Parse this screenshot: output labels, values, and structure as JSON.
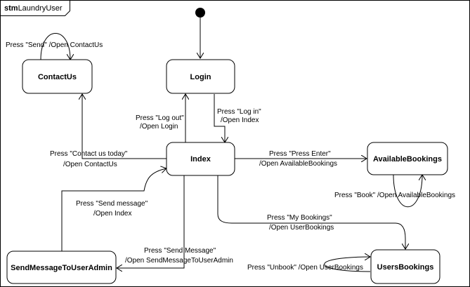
{
  "diagram": {
    "frame": {
      "keyword": "stm",
      "name": "LaundryUser"
    },
    "states": {
      "contact_us": "ContactUs",
      "login": "Login",
      "index": "Index",
      "available_bookings": "AvailableBookings",
      "send_message_to_user_admin": "SendMessageToUserAdmin",
      "users_bookings": "UsersBookings"
    },
    "transitions": {
      "contact_self_send": "Press \"Send\" /Open ContactUs",
      "logout_1": "Press \"Log out\"",
      "logout_2": "/Open Login",
      "login_1": "Press \"Log in\"",
      "login_2": "/Open Index",
      "contact_1": "Press \"Contact us today\"",
      "contact_2": "/Open ContactUs",
      "enter_1": "Press \"Press Enter\"",
      "enter_2": "/Open AvailableBookings",
      "book_self": "Press \"Book\" /Open AvailableBookings",
      "send_message_back_1": "Press \"Send message\"",
      "send_message_back_2": "/Open Index",
      "mybookings_1": "Press \"My Bookings\"",
      "mybookings_2": "/Open UserBookings",
      "send_message_1": "Press \"Send Message\"",
      "send_message_2": "/Open SendMessageToUserAdmin",
      "unbook_self": "Press \"Unbook\" /Open UserBookings"
    }
  }
}
